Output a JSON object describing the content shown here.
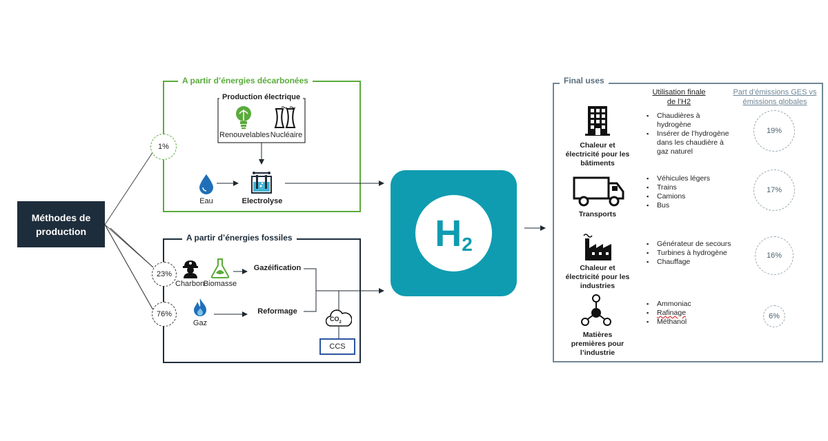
{
  "source": {
    "label_line1": "Méthodes de",
    "label_line2": "production"
  },
  "decarbonated": {
    "title": "A partir d’énergies décarbonées",
    "share": "1%",
    "electric_box": {
      "title": "Production électrique",
      "renewables": "Renouvelables",
      "nuclear": "Nucléaire"
    },
    "water": "Eau",
    "electrolysis": "Electrolyse"
  },
  "fossil": {
    "title": "A partir d’énergies fossiles",
    "share_coal": "23%",
    "share_gas": "76%",
    "coal": "Charbon",
    "biomass": "Biomasse",
    "gasification": "Gazéification",
    "gas": "Gaz",
    "reforming": "Reformage",
    "co2_main": "CO",
    "co2_sub": "2",
    "ccs": "CCS"
  },
  "hydrogen": {
    "symbol": "H",
    "subscript": "2"
  },
  "final_uses": {
    "title": "Final uses",
    "col_usage_line1": "Utilisation finale",
    "col_usage_line2": "de l’H2",
    "col_share_line1": "Part d’émissions GES vs",
    "col_share_line2": "émissions globales",
    "rows": [
      {
        "label": [
          "Chaleur et",
          "électricité pour les",
          "bâtiments"
        ],
        "items": [
          "Chaudières à",
          "hydrogène",
          "Insérer de l’hydrogène",
          "dans les chaudière à",
          "gaz naturel"
        ],
        "share": "19%",
        "icon": "building-icon"
      },
      {
        "label": [
          "Transports"
        ],
        "items": [
          "Véhicules légers",
          "Trains",
          "Camions",
          "Bus"
        ],
        "share": "17%",
        "icon": "truck-icon"
      },
      {
        "label": [
          "Chaleur et",
          "électricité pour les",
          "industries"
        ],
        "items": [
          "Générateur de secours",
          "Turbines à hydrogène",
          "Chauffage"
        ],
        "share": "16%",
        "icon": "factory-icon"
      },
      {
        "label": [
          "Matières",
          "premières pour",
          "l’industrie"
        ],
        "items": [
          "Ammoniac",
          "Rafinage",
          "Méthanol"
        ],
        "share": "6%",
        "icon": "molecule-icon"
      }
    ]
  },
  "colors": {
    "green": "#5aab3b",
    "dark": "#1e2d3b",
    "teal": "#0f9cb0",
    "slate": "#6f8797",
    "blue": "#2b56a0"
  }
}
